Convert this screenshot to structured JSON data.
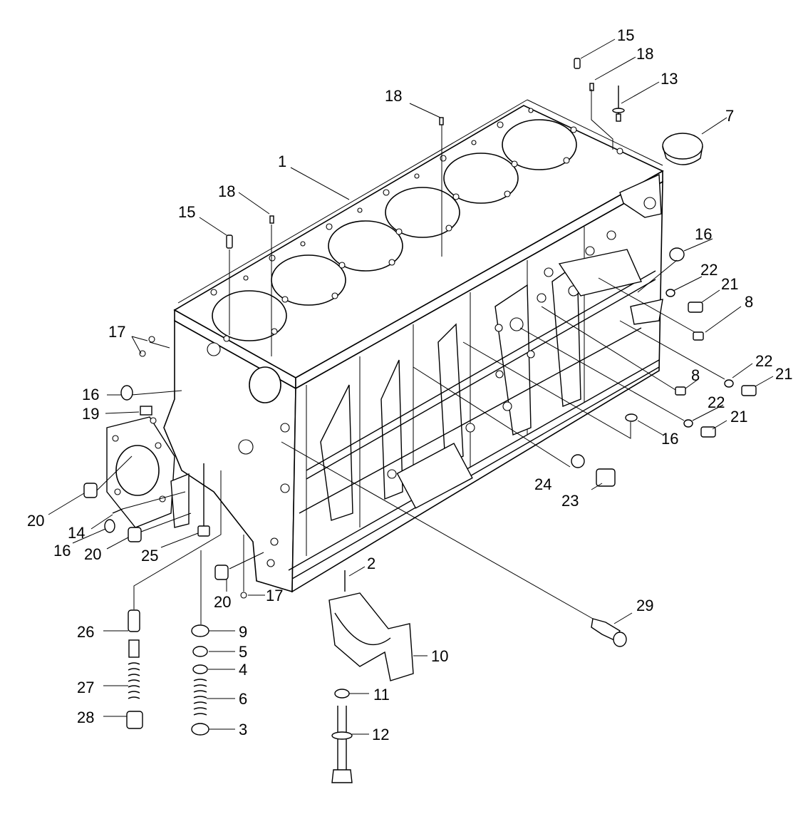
{
  "callouts": [
    {
      "id": "c1",
      "label": "1"
    },
    {
      "id": "c2",
      "label": "2"
    },
    {
      "id": "c3",
      "label": "3"
    },
    {
      "id": "c4",
      "label": "4"
    },
    {
      "id": "c5",
      "label": "5"
    },
    {
      "id": "c6",
      "label": "6"
    },
    {
      "id": "c7",
      "label": "7"
    },
    {
      "id": "c8a",
      "label": "8"
    },
    {
      "id": "c8b",
      "label": "8"
    },
    {
      "id": "c9",
      "label": "9"
    },
    {
      "id": "c10",
      "label": "10"
    },
    {
      "id": "c11",
      "label": "11"
    },
    {
      "id": "c12",
      "label": "12"
    },
    {
      "id": "c13",
      "label": "13"
    },
    {
      "id": "c14",
      "label": "14"
    },
    {
      "id": "c15a",
      "label": "15"
    },
    {
      "id": "c15b",
      "label": "15"
    },
    {
      "id": "c16a",
      "label": "16"
    },
    {
      "id": "c16b",
      "label": "16"
    },
    {
      "id": "c16c",
      "label": "16"
    },
    {
      "id": "c16d",
      "label": "16"
    },
    {
      "id": "c17a",
      "label": "17"
    },
    {
      "id": "c17b",
      "label": "17"
    },
    {
      "id": "c18a",
      "label": "18"
    },
    {
      "id": "c18b",
      "label": "18"
    },
    {
      "id": "c18c",
      "label": "18"
    },
    {
      "id": "c19",
      "label": "19"
    },
    {
      "id": "c20a",
      "label": "20"
    },
    {
      "id": "c20b",
      "label": "20"
    },
    {
      "id": "c20c",
      "label": "20"
    },
    {
      "id": "c21a",
      "label": "21"
    },
    {
      "id": "c21b",
      "label": "21"
    },
    {
      "id": "c21c",
      "label": "21"
    },
    {
      "id": "c22a",
      "label": "22"
    },
    {
      "id": "c22b",
      "label": "22"
    },
    {
      "id": "c22c",
      "label": "22"
    },
    {
      "id": "c23",
      "label": "23"
    },
    {
      "id": "c24",
      "label": "24"
    },
    {
      "id": "c25",
      "label": "25"
    },
    {
      "id": "c26",
      "label": "26"
    },
    {
      "id": "c27",
      "label": "27"
    },
    {
      "id": "c28",
      "label": "28"
    },
    {
      "id": "c29",
      "label": "29"
    }
  ]
}
